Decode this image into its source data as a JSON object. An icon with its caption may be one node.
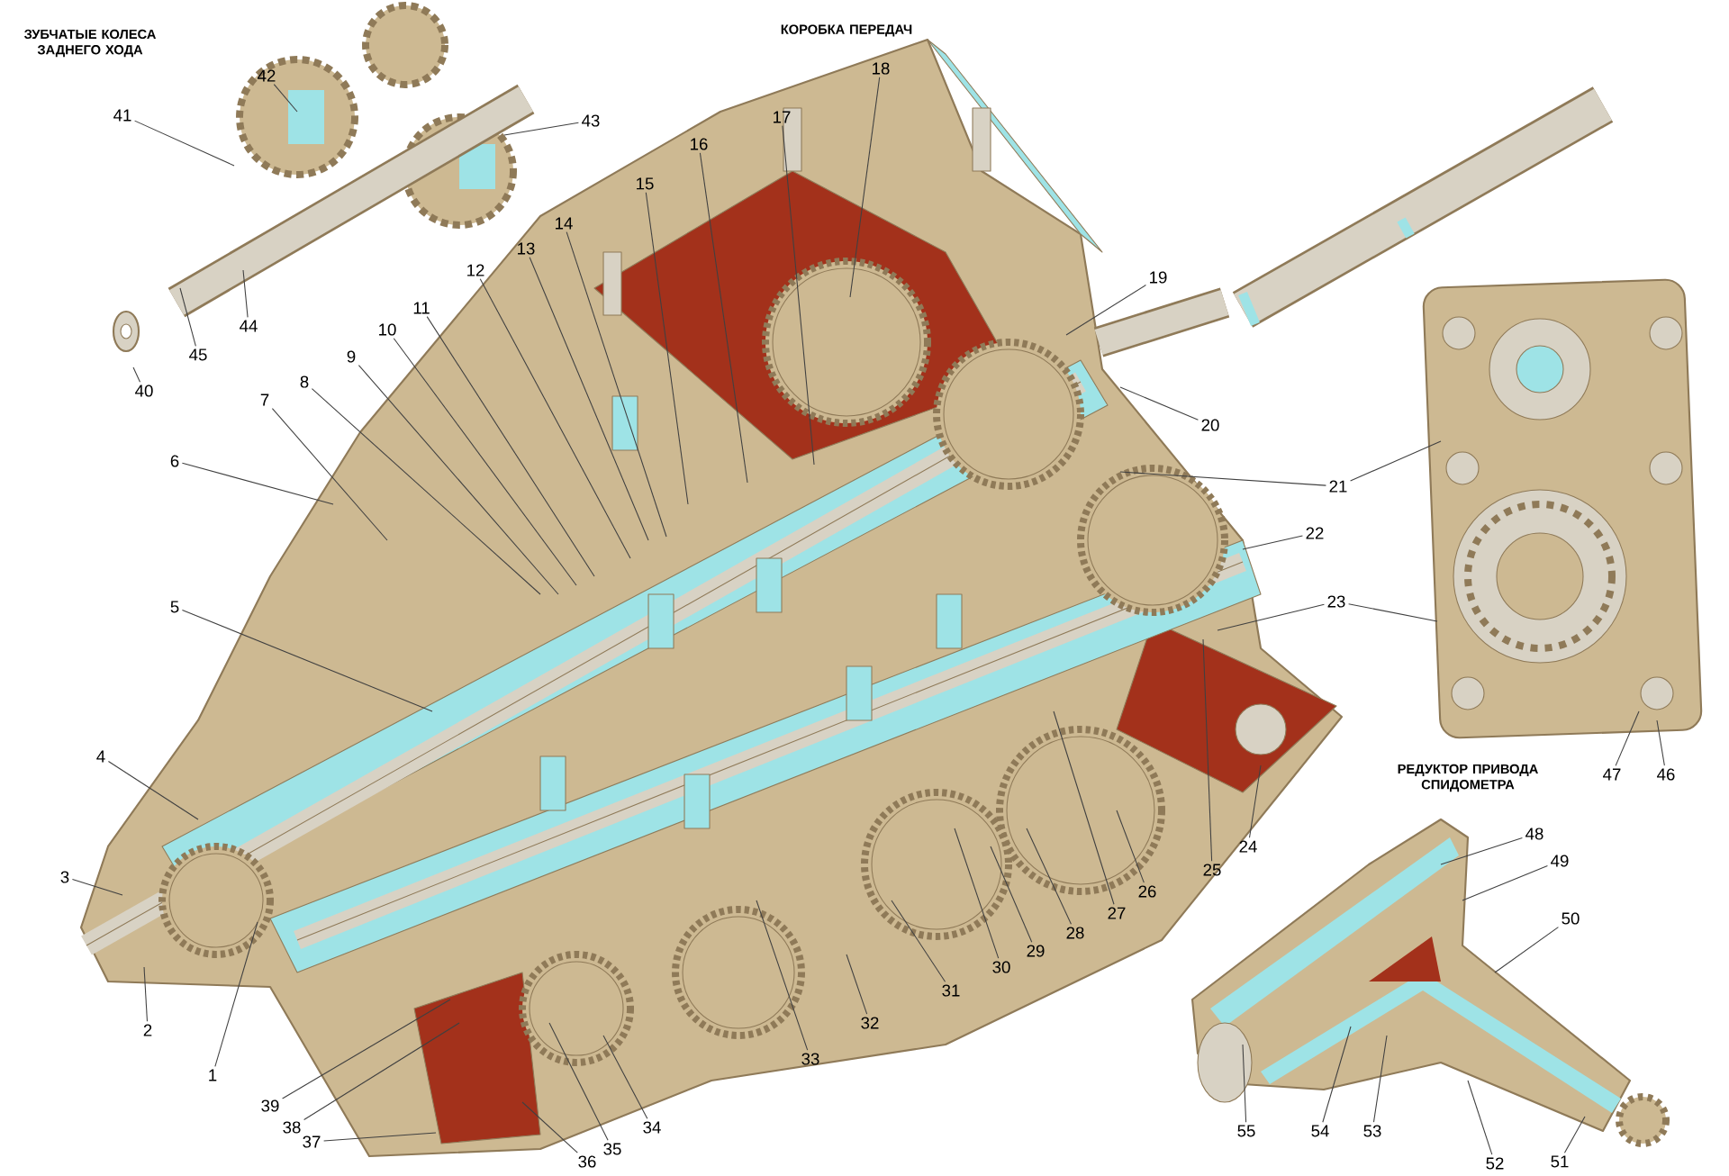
{
  "diagram": {
    "nodes": [
      {
        "text": [
          "1"
        ]
      },
      {
        "text": [
          "2"
        ]
      },
      {
        "text": [
          "3"
        ]
      },
      {
        "text": [
          "4"
        ]
      },
      {
        "text": [
          "5"
        ]
      },
      {
        "text": [
          "6"
        ]
      },
      {
        "text": [
          "7"
        ]
      },
      {
        "text": [
          "8"
        ]
      },
      {
        "text": [
          "9"
        ]
      },
      {
        "text": [
          "10"
        ]
      },
      {
        "text": [
          "11"
        ]
      },
      {
        "text": [
          "12"
        ]
      },
      {
        "text": [
          "13"
        ]
      },
      {
        "text": [
          "14"
        ]
      },
      {
        "text": [
          "15"
        ]
      },
      {
        "text": [
          "16"
        ]
      },
      {
        "text": [
          "17"
        ]
      },
      {
        "text": [
          "18"
        ]
      },
      {
        "text": [
          "19"
        ]
      },
      {
        "text": [
          "20"
        ]
      },
      {
        "text": [
          "21"
        ]
      },
      {
        "text": [
          "22"
        ]
      },
      {
        "text": [
          "23"
        ]
      },
      {
        "text": [
          "24"
        ]
      },
      {
        "text": [
          "25"
        ]
      },
      {
        "text": [
          "26"
        ]
      },
      {
        "text": [
          "27"
        ]
      },
      {
        "text": [
          "28"
        ]
      },
      {
        "text": [
          "29"
        ]
      },
      {
        "text": [
          "30"
        ]
      },
      {
        "text": [
          "31"
        ]
      },
      {
        "text": [
          "32"
        ]
      },
      {
        "text": [
          "33"
        ]
      },
      {
        "text": [
          "34"
        ]
      },
      {
        "text": [
          "35"
        ]
      },
      {
        "text": [
          "36"
        ]
      },
      {
        "text": [
          "37"
        ]
      },
      {
        "text": [
          "38"
        ]
      },
      {
        "text": [
          "39"
        ]
      },
      {
        "text": [
          "40"
        ]
      },
      {
        "text": [
          "41"
        ]
      },
      {
        "text": [
          "42"
        ]
      },
      {
        "text": [
          "43"
        ]
      },
      {
        "text": [
          "44"
        ]
      },
      {
        "text": [
          "45"
        ]
      },
      {
        "text": [
          "46"
        ]
      },
      {
        "text": [
          "47"
        ]
      },
      {
        "text": [
          "48"
        ]
      },
      {
        "text": [
          "49"
        ]
      },
      {
        "text": [
          "50"
        ]
      },
      {
        "text": [
          "51"
        ]
      },
      {
        "text": [
          "52"
        ]
      },
      {
        "text": [
          "53"
        ]
      },
      {
        "text": [
          "54"
        ]
      },
      {
        "text": [
          "55"
        ]
      }
    ],
    "edges": [
      {
        "from": 0,
        "to": null,
        "arrow": "none"
      },
      {
        "from": 1,
        "to": null,
        "arrow": "none"
      },
      {
        "from": 2,
        "to": null,
        "arrow": "none"
      },
      {
        "from": 3,
        "to": null,
        "arrow": "none"
      },
      {
        "from": 4,
        "to": null,
        "arrow": "none"
      },
      {
        "from": 5,
        "to": null,
        "arrow": "none"
      },
      {
        "from": 6,
        "to": null,
        "arrow": "none"
      },
      {
        "from": 7,
        "to": null,
        "arrow": "none"
      },
      {
        "from": 8,
        "to": null,
        "arrow": "none"
      },
      {
        "from": 9,
        "to": null,
        "arrow": "none"
      },
      {
        "from": 10,
        "to": null,
        "arrow": "none"
      },
      {
        "from": 11,
        "to": null,
        "arrow": "none"
      },
      {
        "from": 12,
        "to": null,
        "arrow": "none"
      },
      {
        "from": 13,
        "to": null,
        "arrow": "none"
      },
      {
        "from": 14,
        "to": null,
        "arrow": "none"
      },
      {
        "from": 15,
        "to": null,
        "arrow": "none"
      },
      {
        "from": 16,
        "to": null,
        "arrow": "none"
      },
      {
        "from": 17,
        "to": null,
        "arrow": "none"
      },
      {
        "from": 18,
        "to": null,
        "arrow": "none"
      },
      {
        "from": 19,
        "to": null,
        "arrow": "none"
      },
      {
        "from": 20,
        "to": null,
        "arrow": "none"
      },
      {
        "from": 20,
        "to": null,
        "arrow": "none"
      },
      {
        "from": 21,
        "to": null,
        "arrow": "none"
      },
      {
        "from": 22,
        "to": null,
        "arrow": "none"
      },
      {
        "from": 22,
        "to": null,
        "arrow": "none"
      },
      {
        "from": 23,
        "to": null,
        "arrow": "none"
      },
      {
        "from": 24,
        "to": null,
        "arrow": "none"
      },
      {
        "from": 25,
        "to": null,
        "arrow": "none"
      },
      {
        "from": 26,
        "to": null,
        "arrow": "none"
      },
      {
        "from": 27,
        "to": null,
        "arrow": "none"
      },
      {
        "from": 28,
        "to": null,
        "arrow": "none"
      },
      {
        "from": 29,
        "to": null,
        "arrow": "none"
      },
      {
        "from": 30,
        "to": null,
        "arrow": "none"
      },
      {
        "from": 31,
        "to": null,
        "arrow": "none"
      },
      {
        "from": 32,
        "to": null,
        "arrow": "none"
      },
      {
        "from": 33,
        "to": null,
        "arrow": "none"
      },
      {
        "from": 34,
        "to": null,
        "arrow": "none"
      },
      {
        "from": 35,
        "to": null,
        "arrow": "none"
      },
      {
        "from": 36,
        "to": null,
        "arrow": "none"
      },
      {
        "from": 37,
        "to": null,
        "arrow": "none"
      },
      {
        "from": 38,
        "to": null,
        "arrow": "none"
      },
      {
        "from": 39,
        "to": null,
        "arrow": "none"
      },
      {
        "from": 40,
        "to": null,
        "arrow": "none"
      },
      {
        "from": 41,
        "to": null,
        "arrow": "none"
      },
      {
        "from": 42,
        "to": null,
        "arrow": "none"
      },
      {
        "from": 43,
        "to": null,
        "arrow": "none"
      },
      {
        "from": 44,
        "to": null,
        "arrow": "none"
      },
      {
        "from": 45,
        "to": null,
        "arrow": "none"
      },
      {
        "from": 46,
        "to": null,
        "arrow": "none"
      },
      {
        "from": 47,
        "to": null,
        "arrow": "none"
      },
      {
        "from": 48,
        "to": null,
        "arrow": "none"
      },
      {
        "from": 49,
        "to": null,
        "arrow": "none"
      },
      {
        "from": 50,
        "to": null,
        "arrow": "none"
      },
      {
        "from": 51,
        "to": null,
        "arrow": "none"
      },
      {
        "from": 52,
        "to": null,
        "arrow": "none"
      },
      {
        "from": 53,
        "to": null,
        "arrow": "none"
      },
      {
        "from": 54,
        "to": null,
        "arrow": "none"
      }
    ],
    "labels": [
      "ЗУБЧАТЫЕ КОЛЕСА ЗАДНЕГО ХОДА",
      "КОРОБКА ПЕРЕДАЧ",
      "РЕДУКТОР ПРИВОДА СПИДОМЕТРА"
    ]
  }
}
